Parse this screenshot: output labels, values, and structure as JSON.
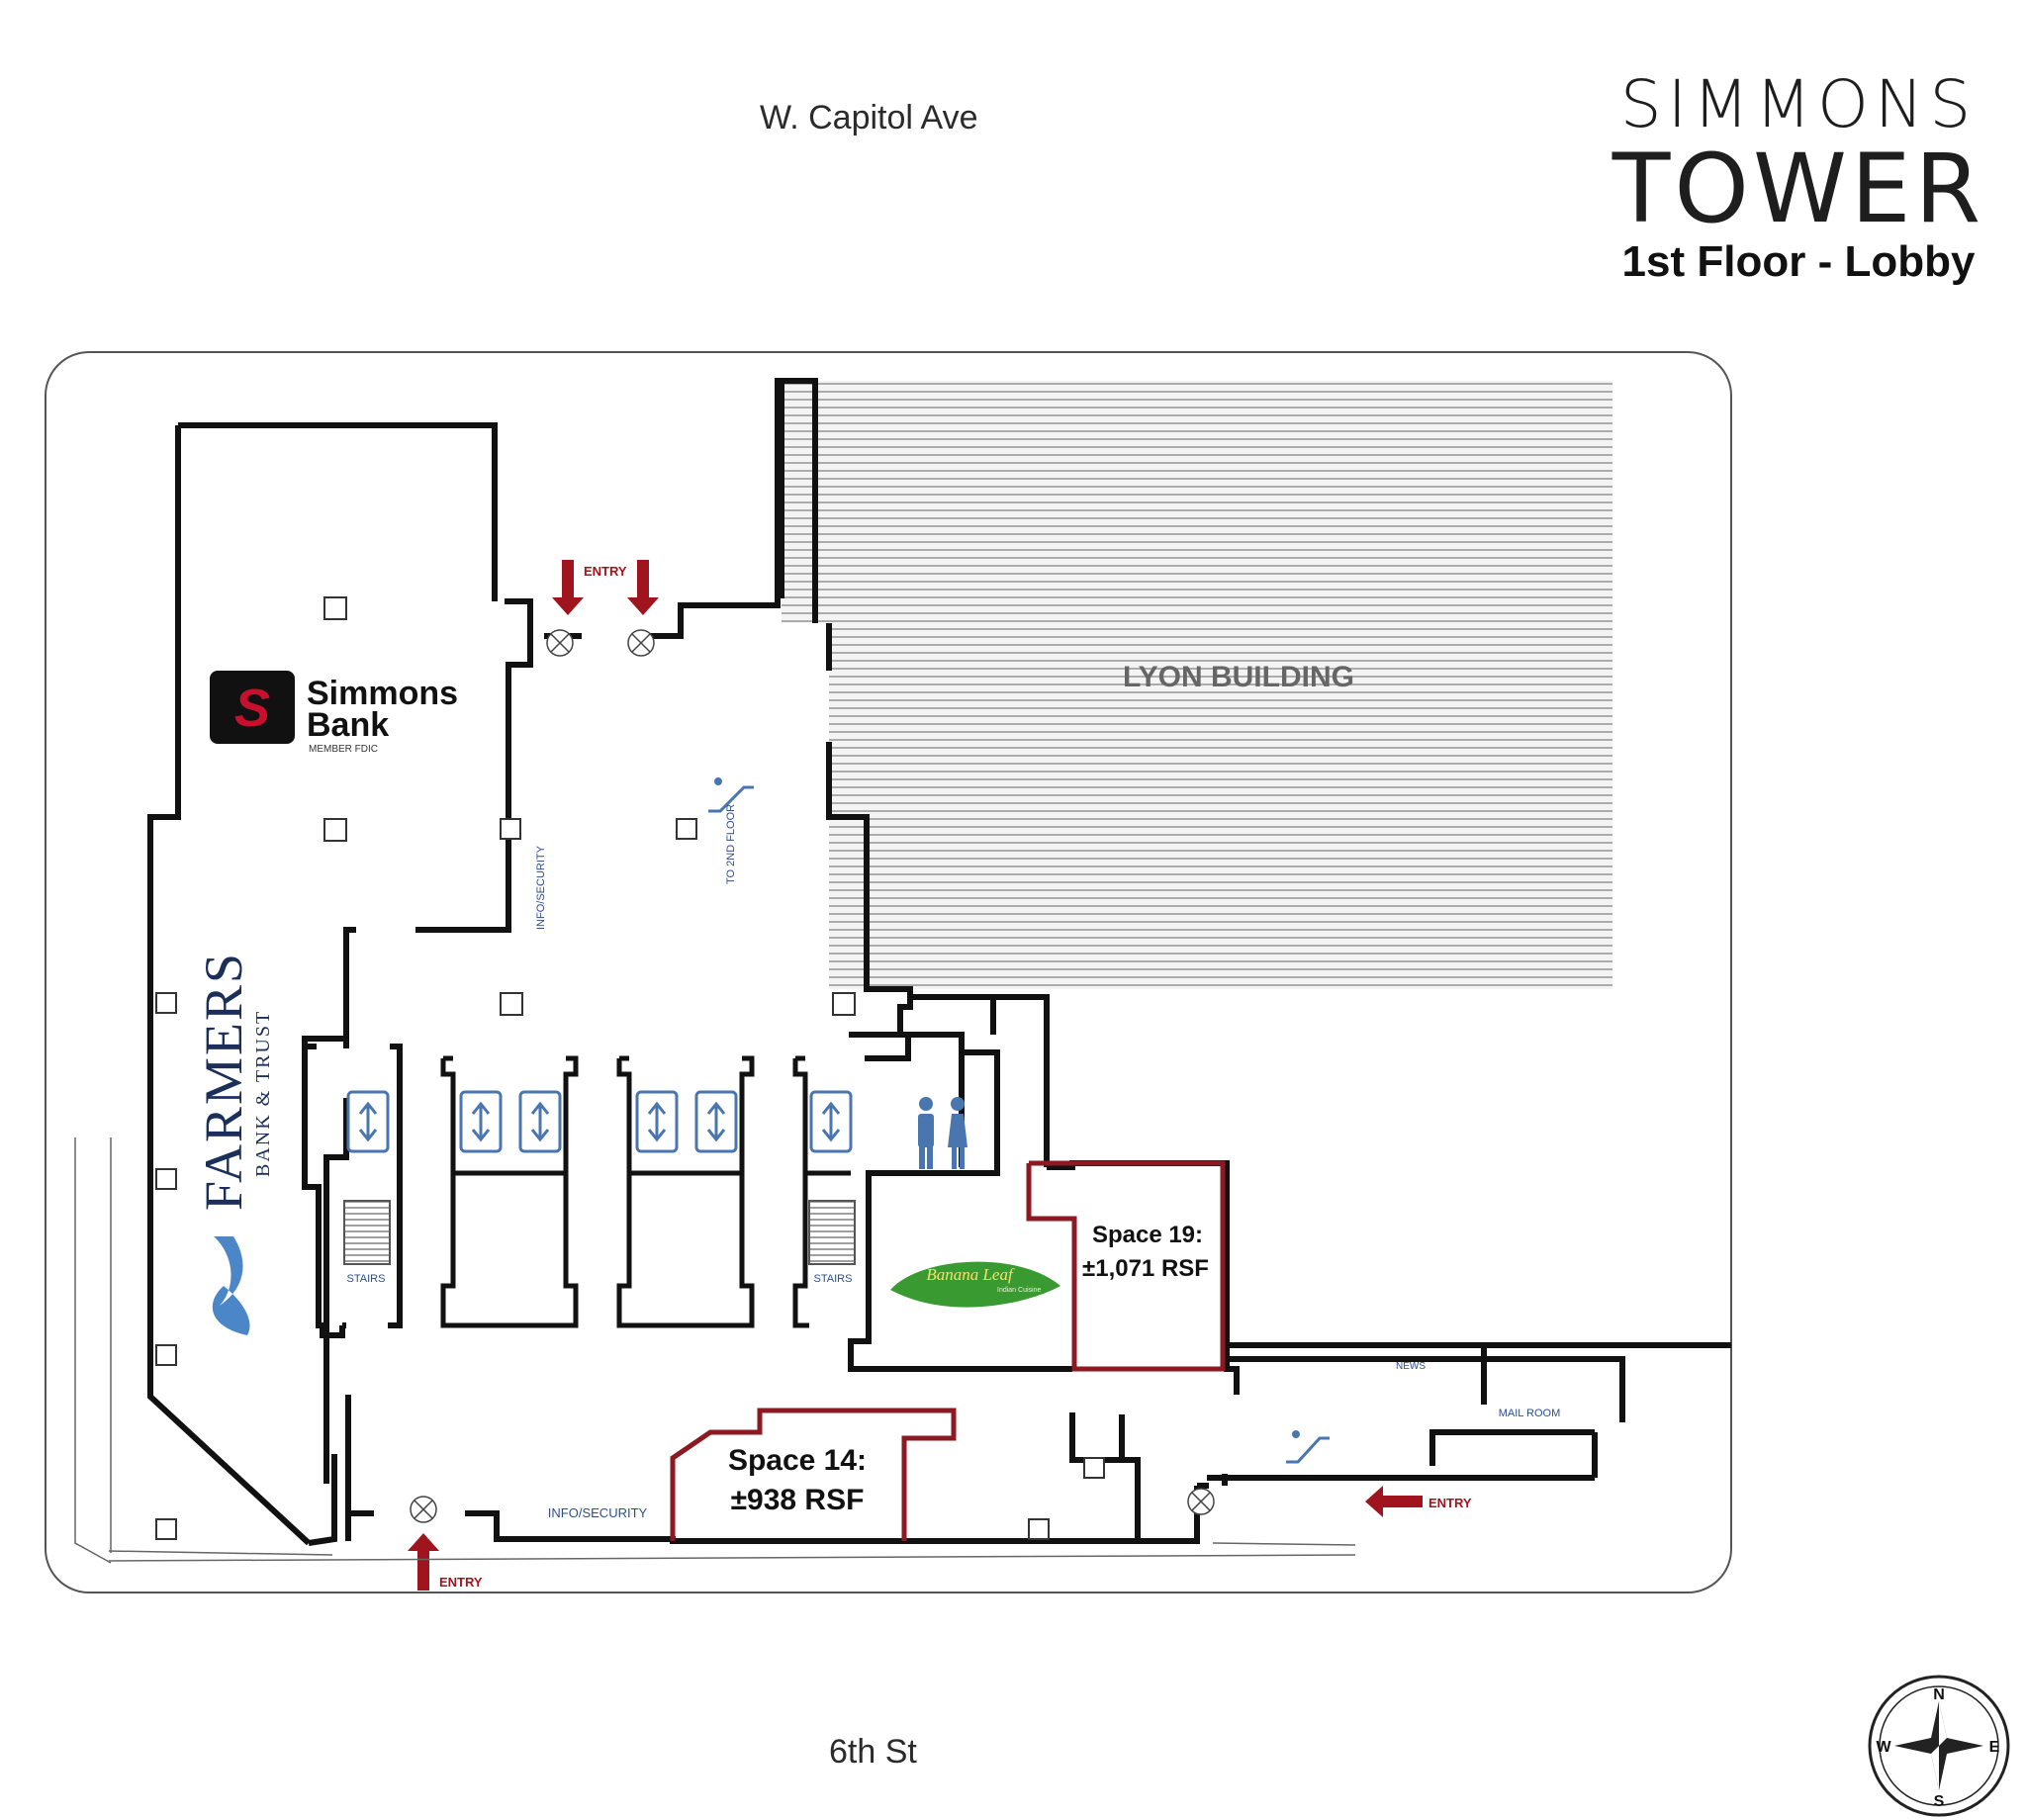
{
  "streets": {
    "north": "W. Capitol Ave",
    "south": "6th St"
  },
  "brand": {
    "line1": "SIMMONS",
    "line2": "TOWER",
    "floor": "1st Floor - Lobby"
  },
  "labels": {
    "lyon": "LYON BUILDING",
    "entry": "ENTRY",
    "info_security": "INFO/SECURITY",
    "to_2nd_floor": "TO 2ND FLOOR",
    "stairs": "STAIRS",
    "news": "NEWS",
    "mail_room": "MAIL ROOM"
  },
  "tenants": {
    "simmons": {
      "line1": "Simmons",
      "line2": "Bank",
      "sub": "MEMBER FDIC",
      "mark": "S"
    },
    "farmers": {
      "line1": "FARMERS",
      "line2": "BANK & TRUST"
    },
    "banana": {
      "line1": "Banana Leaf",
      "line2": "Indian Cuisine"
    }
  },
  "spaces": [
    {
      "name": "Space 19:",
      "area": "±1,071 RSF"
    },
    {
      "name": "Space 14:",
      "area": "±938 RSF"
    }
  ],
  "compass": {
    "n": "N",
    "s": "S",
    "e": "E",
    "w": "W"
  },
  "colors": {
    "wall": "#111111",
    "highlight": "#8b1a22",
    "entry": "#a0141e",
    "elevator": "#4a76b0",
    "lyon_fill": "#cfcfcf",
    "simmons_red": "#c8102e",
    "farmers_navy": "#1c2f5a",
    "banana_green": "#3a9a32"
  }
}
